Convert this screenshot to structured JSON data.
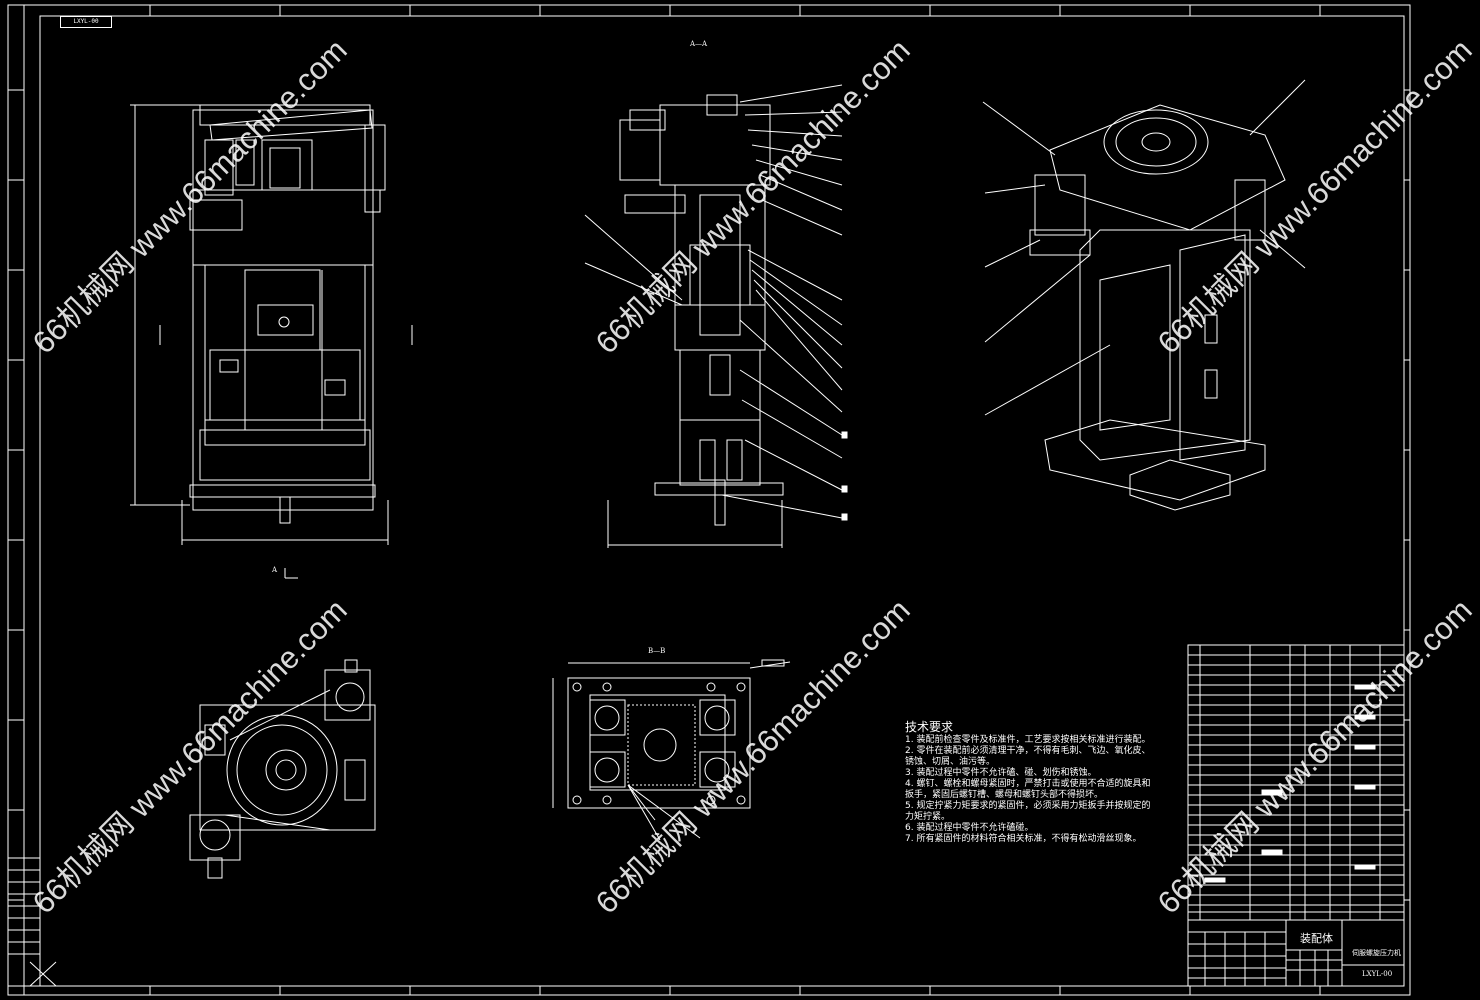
{
  "drawing": {
    "code": "LXYL-00",
    "section_aa": "A—A",
    "section_bb": "B—B",
    "section_mark": "A",
    "technical_title": "技术要求",
    "technical_lines": [
      "1. 装配前检查零件及标准件，工艺要求按相关标准进行装配。",
      "2. 零件在装配前必须清理干净，不得有毛刺、飞边、氧化皮、锈蚀、切屑、油污等。",
      "3. 装配过程中零件不允许磕、碰、划伤和锈蚀。",
      "4. 螺钉、螺栓和螺母紧固时，严禁打击或使用不合适的旋具和扳手，紧固后螺钉槽、螺母和螺钉头部不得损坏。",
      "5. 规定拧紧力矩要求的紧固件，必须采用力矩扳手并按规定的力矩拧紧。",
      "6. 装配过程中零件不允许磕碰。",
      "7. 所有紧固件的材料符合相关标准，不得有松动滑丝现象。"
    ],
    "title_block": {
      "assembly_label": "装配体",
      "machine_name": "伺服螺旋压力机",
      "drawing_no": "LXYL-00"
    },
    "watermarks": [
      "66机械网 www.66machine.com",
      "66机械网 www.66machine.com",
      "66机械网 www.66machine.com",
      "66机械网 www.66machine.com",
      "66机械网 www.66machine.com",
      "66机械网 www.66machine.com"
    ]
  },
  "colors": {
    "background": "#000000",
    "line": "#ffffff"
  }
}
